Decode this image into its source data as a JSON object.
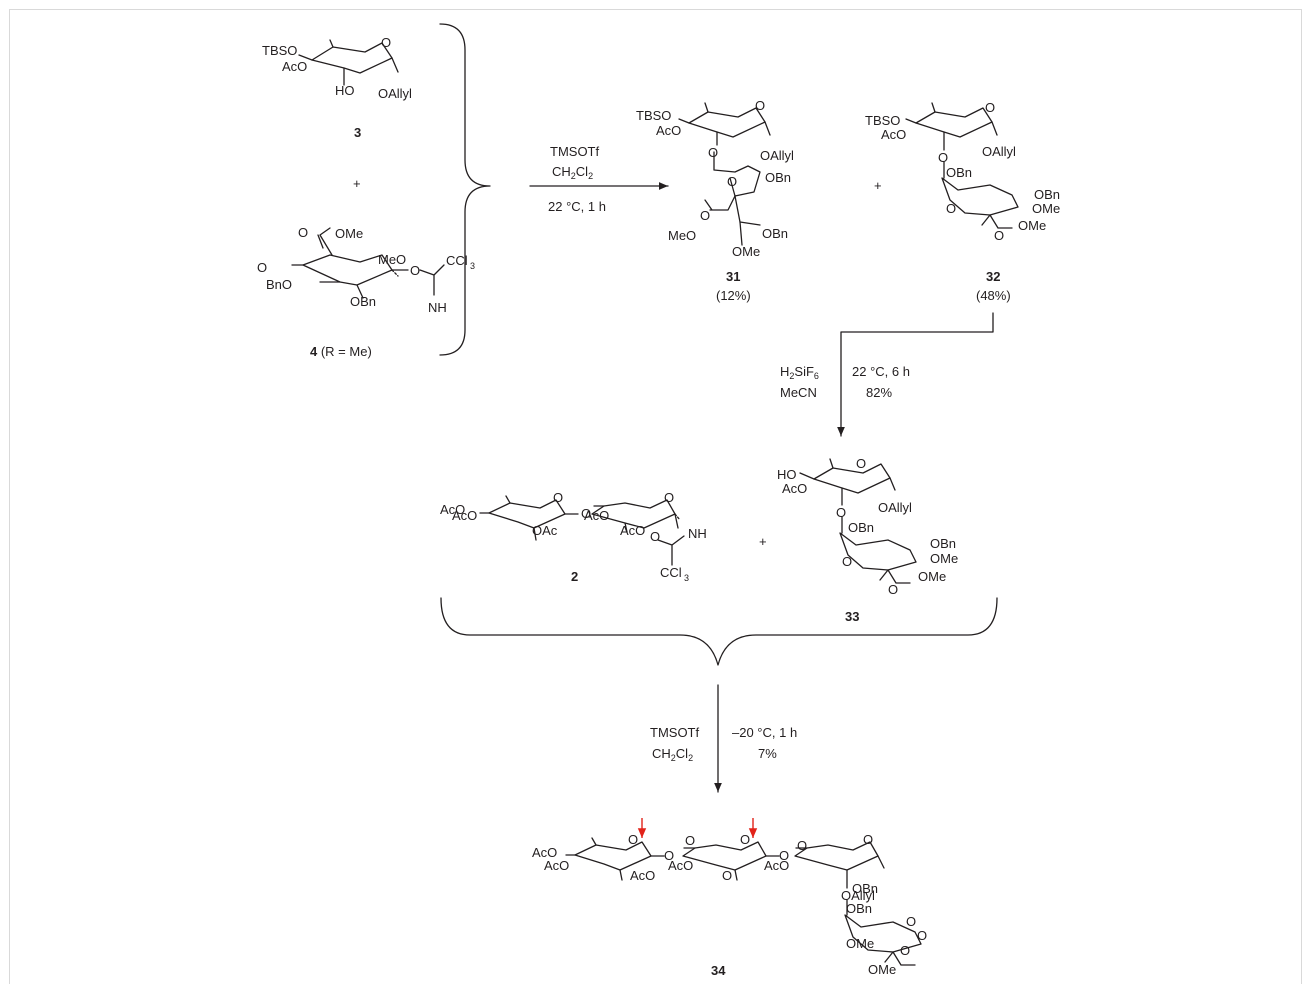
{
  "compounds": {
    "c3": {
      "id": "3",
      "labels": [
        "TBSO",
        "AcO",
        "O",
        "HO",
        "OAllyl"
      ]
    },
    "c4": {
      "id": "4",
      "suffix": " (R = Me)",
      "labels": [
        "OMe",
        "O",
        "MeO",
        "O",
        "O",
        "CCl",
        "3",
        "BnO",
        "OBn",
        "NH"
      ]
    },
    "plus1": "+",
    "c31": {
      "id": "31",
      "yield": "(12%)",
      "labels": [
        "TBSO",
        "AcO",
        "O",
        "O",
        "OAllyl",
        "O",
        "OBn",
        "O",
        "MeO",
        "OBn",
        "OMe"
      ]
    },
    "plus2": "+",
    "c32": {
      "id": "32",
      "yield": "(48%)",
      "labels": [
        "TBSO",
        "AcO",
        "O",
        "O",
        "OAllyl",
        "OBn",
        "OBn",
        "O",
        "OMe",
        "O",
        "OMe"
      ]
    },
    "c2": {
      "id": "2",
      "labels": [
        "AcO",
        "AcO",
        "O",
        "O",
        "AcO",
        "O",
        "OAc",
        "AcO",
        "O",
        "NH",
        "CCl",
        "3"
      ]
    },
    "plus3": "+",
    "c33": {
      "id": "33",
      "labels": [
        "HO",
        "AcO",
        "O",
        "O",
        "OAllyl",
        "OBn",
        "OBn",
        "O",
        "OMe",
        "O",
        "OMe"
      ]
    },
    "c34": {
      "id": "34",
      "labels": [
        "AcO",
        "AcO",
        "O",
        "O",
        "O",
        "AcO",
        "O",
        "O",
        "AcO",
        "O",
        "AcO",
        "O",
        "O",
        "OAllyl",
        "OBn",
        "OBn",
        "O",
        "OMe",
        "O",
        "OMe"
      ]
    }
  },
  "steps": {
    "step1": {
      "reagent1": "TMSOTf",
      "reagent2_main": "CH",
      "reagent2_sub1": "2",
      "reagent2_mid": "Cl",
      "reagent2_sub2": "2",
      "conditions": "22 °C, 1 h"
    },
    "step2": {
      "reagent1_a": "H",
      "reagent1_sub1": "2",
      "reagent1_b": "SiF",
      "reagent1_sub2": "6",
      "reagent2": "MeCN",
      "conditions": "22 °C, 6 h",
      "yield": "82%"
    },
    "step3": {
      "reagent1": "TMSOTf",
      "reagent2_main": "CH",
      "reagent2_sub1": "2",
      "reagent2_mid": "Cl",
      "reagent2_sub2": "2",
      "conditions": "–20 °C, 1 h",
      "yield": "7%"
    }
  },
  "colors": {
    "ink": "#231f20",
    "cleavage_arrow": "#e2231a",
    "frame": "#d9d9d9"
  }
}
